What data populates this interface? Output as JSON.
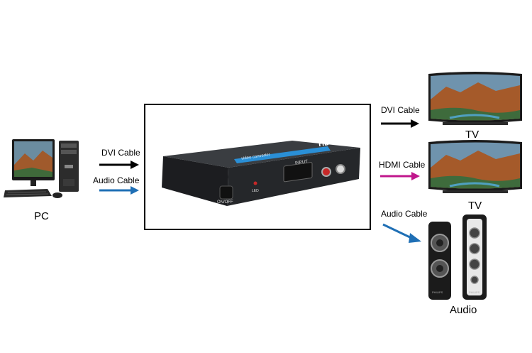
{
  "labels": {
    "pc": "PC",
    "tv_top": "TV",
    "tv_bottom": "TV",
    "audio": "Audio",
    "pc_dvi_cable": "DVI Cable",
    "pc_audio_cable": "Audio Cable",
    "out_dvi_cable": "DVI Cable",
    "out_hdmi_cable": "HDMI Cable",
    "out_audio_cable": "Audio Cable"
  },
  "device": {
    "logo": "HD",
    "panel_title": "video converter",
    "input_label": "INPUT",
    "led_label": "LED",
    "power_label": "ON/OFF",
    "monitor_badge": "PHILIPS"
  },
  "colors": {
    "dvi_arrow": "#000000",
    "audio_arrow": "#1f6fb5",
    "hdmi_arrow": "#c0178c",
    "device_body": "#2b2d30",
    "device_accent": "#2a8fd6"
  }
}
